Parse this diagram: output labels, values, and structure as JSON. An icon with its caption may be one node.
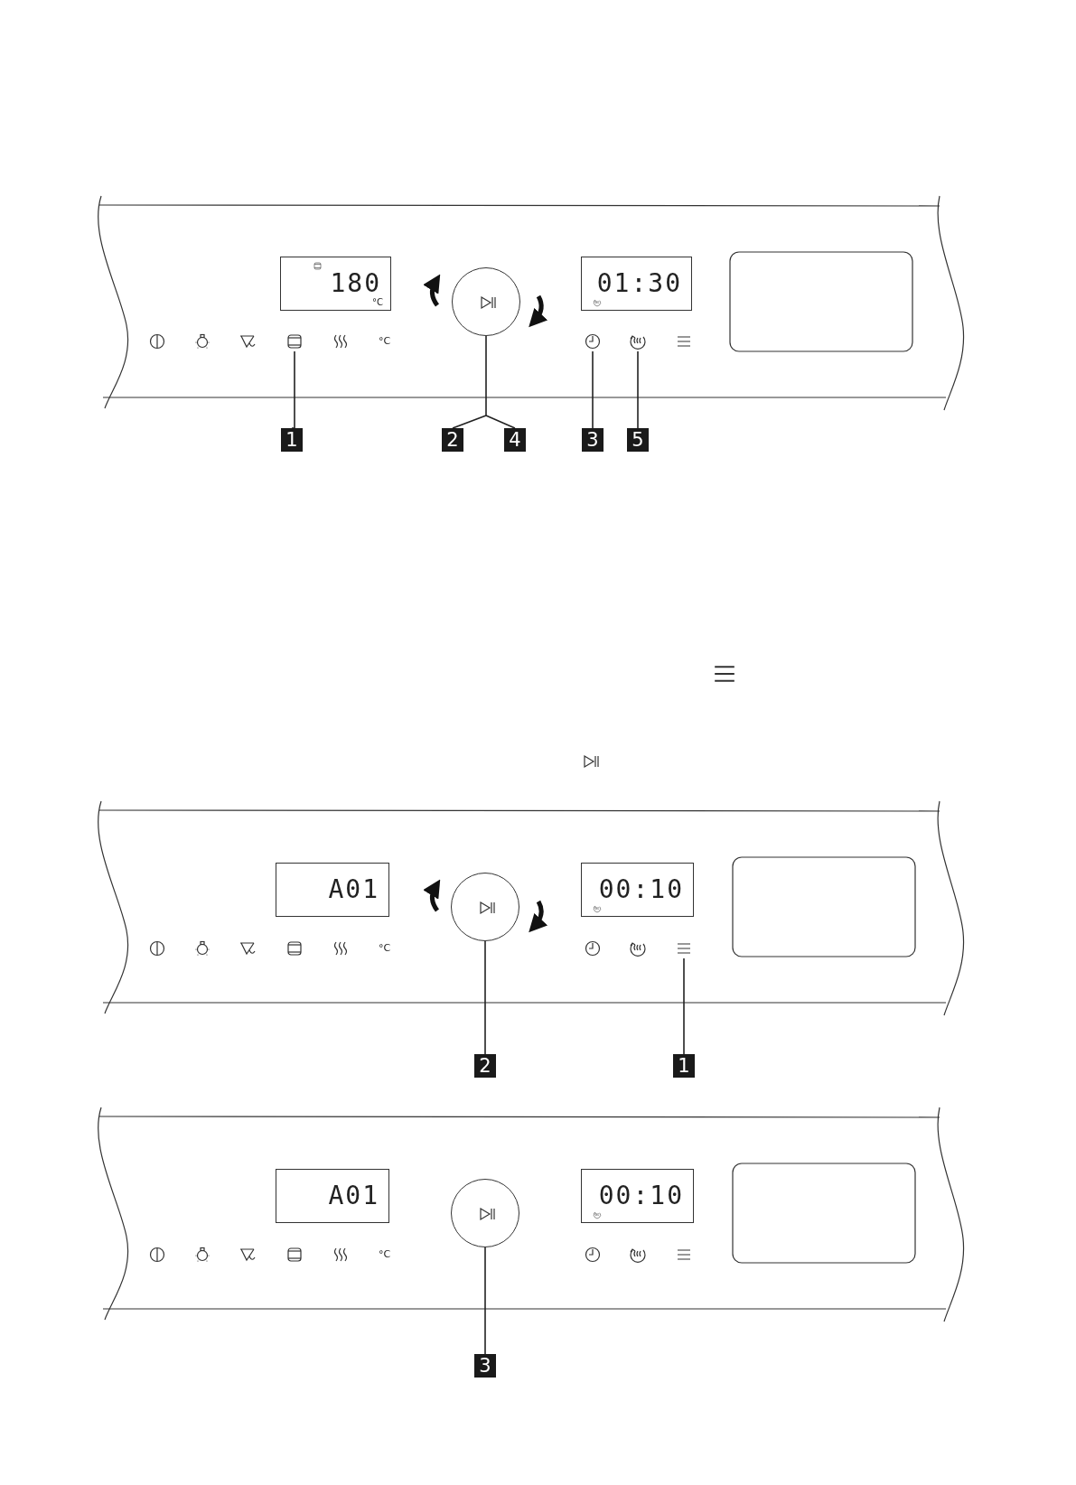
{
  "diagram": {
    "nodes": [
      {
        "text": [
          "180",
          "°C"
        ]
      },
      {
        "text": [],
        "shape": "circle"
      },
      {
        "text": [
          "01:30"
        ]
      },
      {
        "text": [],
        "shape": "box"
      },
      {
        "text": [],
        "shape": "circle"
      },
      {
        "text": [],
        "shape": "circle"
      },
      {
        "text": [
          "1"
        ]
      },
      {
        "text": [
          "2"
        ]
      },
      {
        "text": [
          "4"
        ]
      },
      {
        "text": [
          "3"
        ]
      },
      {
        "text": [
          "5"
        ]
      },
      {
        "text": [
          "A01"
        ]
      },
      {
        "text": [],
        "shape": "circle"
      },
      {
        "text": [
          "00:10"
        ]
      },
      {
        "text": [],
        "shape": "lines"
      },
      {
        "text": [
          "2"
        ]
      },
      {
        "text": [
          "1"
        ]
      },
      {
        "text": [
          "A01"
        ]
      },
      {
        "text": [],
        "shape": "circle"
      },
      {
        "text": [
          "00:10"
        ]
      },
      {
        "text": [
          "3"
        ]
      }
    ],
    "edges": [
      {
        "from": 6,
        "to": 3,
        "arrow": "none"
      },
      {
        "from": 7,
        "to": 1,
        "arrow": "none"
      },
      {
        "from": 8,
        "to": 1,
        "arrow": "none"
      },
      {
        "from": 9,
        "to": 4,
        "arrow": "none"
      },
      {
        "from": 10,
        "to": 5,
        "arrow": "none"
      },
      {
        "from": 15,
        "to": 12,
        "arrow": "none"
      },
      {
        "from": 16,
        "to": 14,
        "arrow": "none"
      },
      {
        "from": 20,
        "to": 18,
        "arrow": "none"
      }
    ],
    "labels": [
      "°C",
      "°C",
      "°C"
    ]
  }
}
